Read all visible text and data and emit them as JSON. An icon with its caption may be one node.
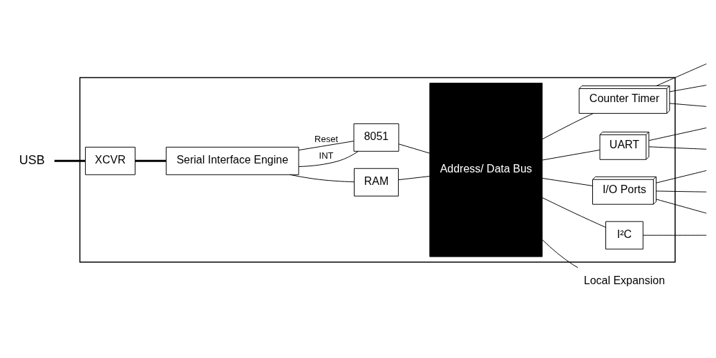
{
  "diagram": {
    "nodes": [
      {
        "text": [],
        "shape": "box"
      },
      {
        "text": [
          "USB"
        ]
      },
      {
        "text": [
          "XCVR"
        ],
        "in": 0
      },
      {
        "text": [
          "Serial Interface Engine"
        ],
        "in": 0
      },
      {
        "text": [
          "RAM"
        ],
        "in": 0
      },
      {
        "text": [
          "8051"
        ],
        "in": 0
      },
      {
        "text": [
          "Address/ Data Bus"
        ],
        "in": 0
      },
      {
        "text": [
          "Counter Timer"
        ],
        "in": 0
      },
      {
        "text": [
          "UART"
        ],
        "in": 0
      },
      {
        "text": [
          "I/O Ports"
        ],
        "in": 0
      },
      {
        "text": [
          "I²C"
        ],
        "in": 0
      },
      {
        "text": [
          "Local Expansion"
        ]
      }
    ],
    "edges": [
      {
        "from": 1,
        "to": 2,
        "arrow": "none",
        "style": "thick"
      },
      {
        "from": 2,
        "to": 3,
        "arrow": "none",
        "style": "thick"
      },
      {
        "from": 3,
        "to": 4,
        "arrow": "none"
      },
      {
        "from": 3,
        "to": 5,
        "arrow": "none",
        "label": "Reset"
      },
      {
        "from": 3,
        "to": 5,
        "arrow": "none",
        "label": "INT"
      },
      {
        "from": 4,
        "to": 6,
        "arrow": "none"
      },
      {
        "from": 5,
        "to": 6,
        "arrow": "none"
      },
      {
        "from": 6,
        "to": 7,
        "arrow": "none"
      },
      {
        "from": 6,
        "to": 8,
        "arrow": "none"
      },
      {
        "from": 6,
        "to": 9,
        "arrow": "none"
      },
      {
        "from": 6,
        "to": 10,
        "arrow": "none"
      },
      {
        "from": 6,
        "to": 11,
        "arrow": "none"
      },
      {
        "from": 7,
        "to": null,
        "arrow": "none"
      },
      {
        "from": 7,
        "to": null,
        "arrow": "none"
      },
      {
        "from": 7,
        "to": null,
        "arrow": "none"
      },
      {
        "from": 8,
        "to": null,
        "arrow": "none"
      },
      {
        "from": 8,
        "to": null,
        "arrow": "none"
      },
      {
        "from": 9,
        "to": null,
        "arrow": "none"
      },
      {
        "from": 9,
        "to": null,
        "arrow": "none"
      },
      {
        "from": 9,
        "to": null,
        "arrow": "none"
      },
      {
        "from": 10,
        "to": null,
        "arrow": "none"
      }
    ]
  }
}
